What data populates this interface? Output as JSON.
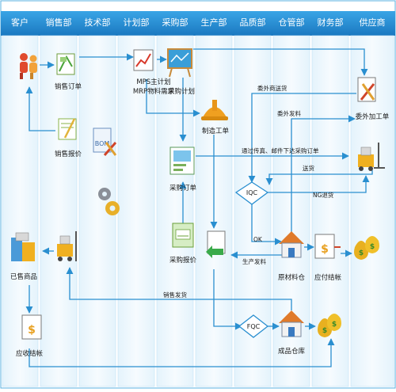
{
  "departments": [
    "客户",
    "销售部",
    "技术部",
    "计划部",
    "采购部",
    "生产部",
    "品质部",
    "仓管部",
    "财务部",
    "供应商"
  ],
  "nodes": {
    "sales_order": "销售订单",
    "sales_quote": "销售报价",
    "bom": "BOM",
    "mps": "MPS主计划",
    "mrp": "MRP物料需求",
    "purchase_plan": "采购计划",
    "manufacture_order": "制造工单",
    "purchase_order": "采购订单",
    "purchase_quote": "采购报价",
    "outsource_order": "委外加工单",
    "sold_goods": "已售商品",
    "receivable": "应收结帐",
    "raw_warehouse": "原材料仓",
    "payable": "应付结帐",
    "finished_warehouse": "成品仓库",
    "iqc": "IQC",
    "fqc": "FQC"
  },
  "edges": {
    "outsource_send": "委外商送货",
    "outsource_issue": "委外发料",
    "fax_email": "通过传真、邮件下达采购订单",
    "delivery": "送货",
    "ng_return": "NG退货",
    "ok": "OK",
    "production_issue": "生产发料",
    "sales_ship": "销售发货"
  }
}
